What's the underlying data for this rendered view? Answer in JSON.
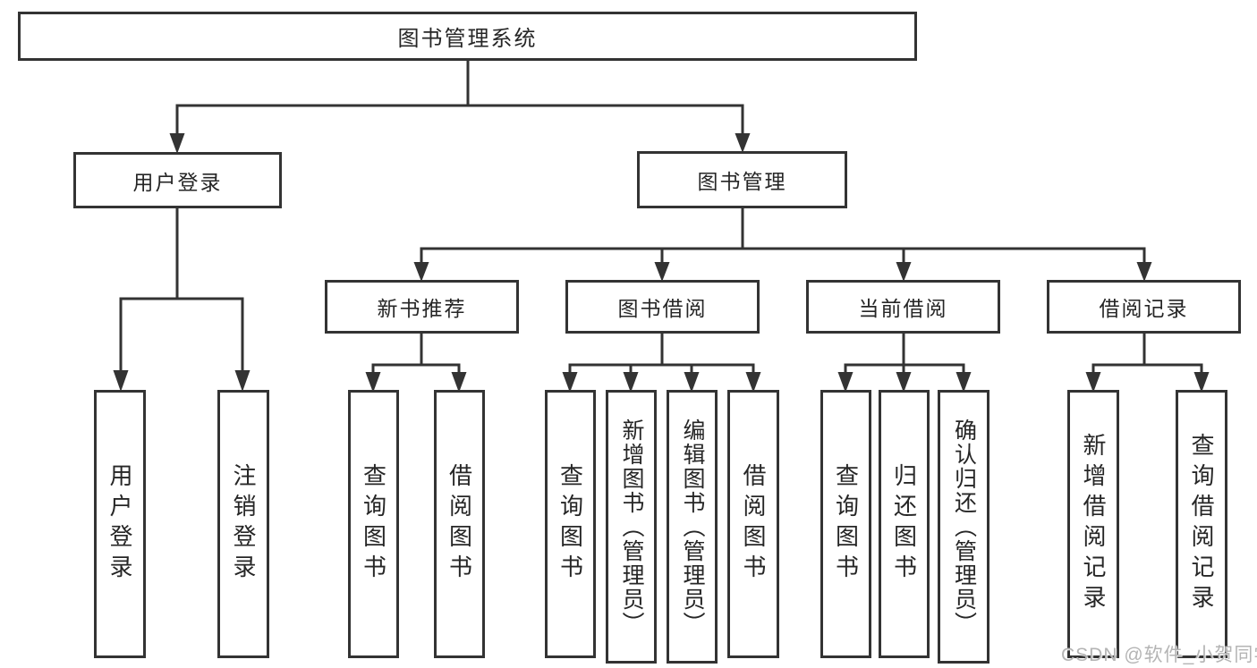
{
  "colors": {
    "line": "#333333",
    "text": "#262626",
    "box_bg": "#ffffff",
    "watermark": "#b4b4b4"
  },
  "diagram": {
    "root": {
      "label": "图书管理系统"
    },
    "level2": [
      {
        "label": "用户登录"
      },
      {
        "label": "图书管理"
      }
    ],
    "level3": [
      {
        "label": "新书推荐"
      },
      {
        "label": "图书借阅"
      },
      {
        "label": "当前借阅"
      },
      {
        "label": "借阅记录"
      }
    ],
    "leaves": {
      "user_login": [
        "用户登录",
        "注销登录"
      ],
      "new_book": [
        "查询图书",
        "借阅图书"
      ],
      "book_borrow": [
        "查询图书",
        "新增图书（管理员）",
        "编辑图书（管理员）",
        "借阅图书"
      ],
      "current_borrow": [
        "查询图书",
        "归还图书",
        "确认归还（管理员）"
      ],
      "borrow_record": [
        "新增借阅记录",
        "查询借阅记录"
      ]
    }
  },
  "watermark": "CSDN @软件_小贺同学"
}
